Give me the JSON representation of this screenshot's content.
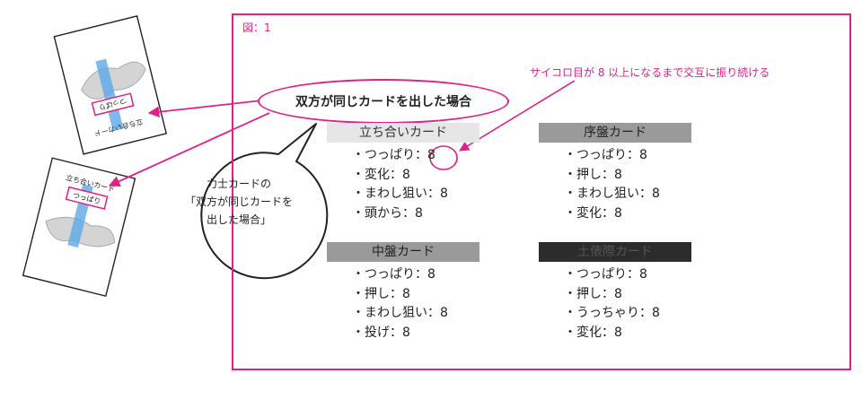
{
  "figure_label": "図：1",
  "annotation": "サイコロ目が 8 以上になるまで交互に振り続ける",
  "oval_label": "双方が同じカードを出した場合",
  "bubble_lines": [
    "力士カードの",
    "「双方が同じカードを",
    "出した場合」"
  ],
  "cards": {
    "top": {
      "title": "立ち合いカード",
      "label": "つっぱり"
    },
    "bottom": {
      "title": "立ち合いカード",
      "label": "つっぱり"
    }
  },
  "groups": [
    {
      "title": "立ち合いカード",
      "style": "light",
      "items": [
        "・つっぱり：8",
        "・変化：8",
        "・まわし狙い：8",
        "・頭から：8"
      ]
    },
    {
      "title": "序盤カード",
      "style": "mid",
      "items": [
        "・つっぱり：8",
        "・押し：8",
        "・まわし狙い：8",
        "・変化：8"
      ]
    },
    {
      "title": "中盤カード",
      "style": "mid",
      "items": [
        "・つっぱり：8",
        "・押し：8",
        "・まわし狙い：8",
        "・投げ：8"
      ]
    },
    {
      "title": "土俵際カード",
      "style": "dark",
      "items": [
        "・つっぱり：8",
        "・押し：8",
        "・うっちゃり：8",
        "・変化：8"
      ]
    }
  ],
  "colors": {
    "accent": "#e0218a",
    "tape": "#5aa9e6"
  }
}
